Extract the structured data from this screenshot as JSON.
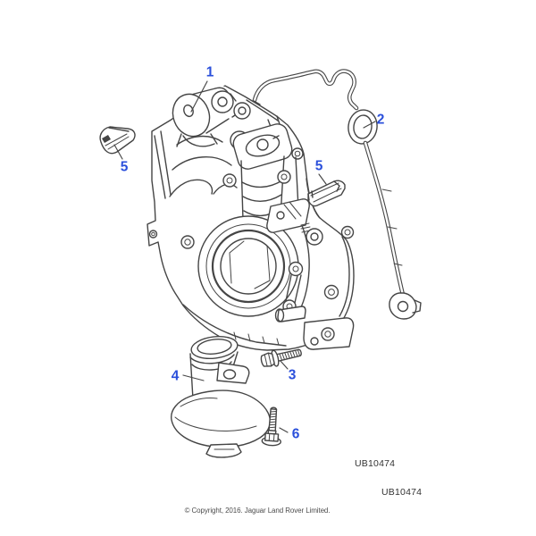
{
  "diagram": {
    "callouts": [
      {
        "label": "1"
      },
      {
        "label": "2"
      },
      {
        "label": "5"
      },
      {
        "label": "5"
      },
      {
        "label": "3"
      },
      {
        "label": "4"
      },
      {
        "label": "6"
      }
    ]
  },
  "codes": {
    "primary": "UB10474",
    "secondary": "UB10474"
  },
  "footer": {
    "copyright": "© Copyright, 2016. Jaguar Land Rover Limited."
  },
  "colors": {
    "callout": "#2a4fdb",
    "line": "#454545",
    "text": "#333333",
    "copyright_text": "#4d4d4d",
    "background": "#ffffff"
  }
}
